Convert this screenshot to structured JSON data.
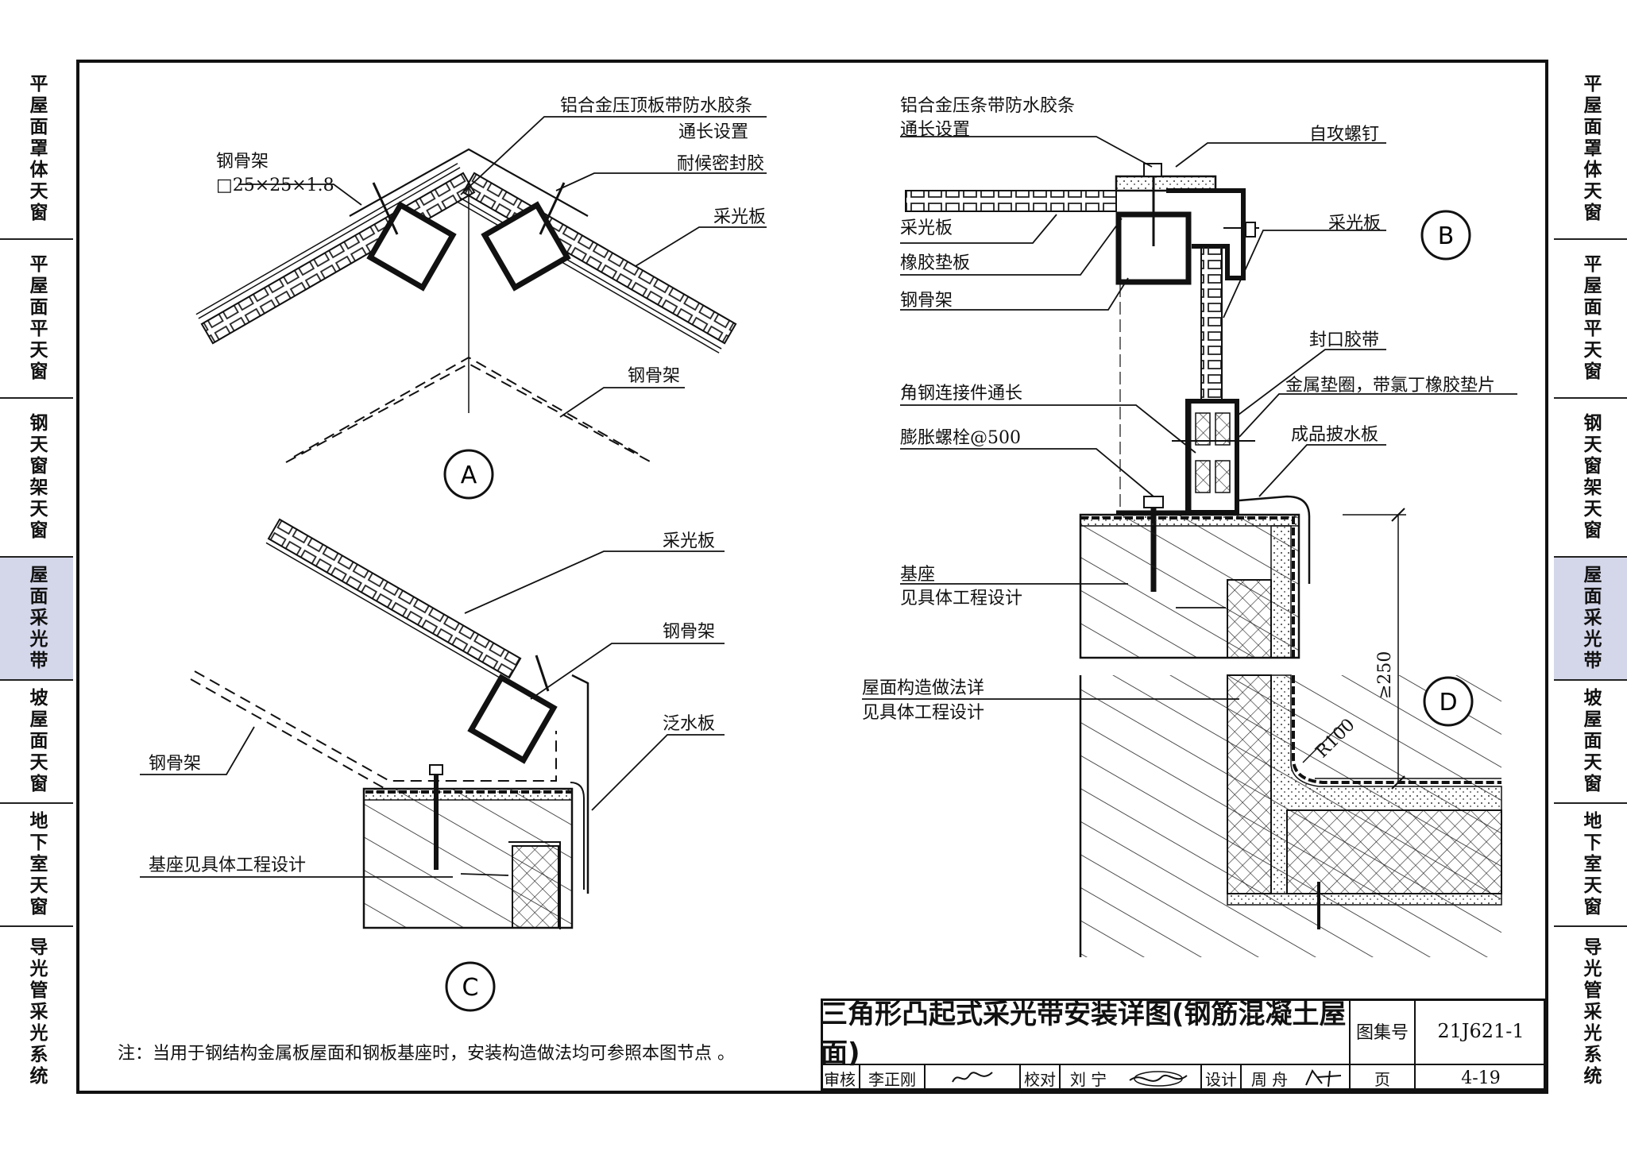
{
  "sidebar_left": {
    "items": [
      {
        "label": "平屋面罩体天窗",
        "active": false
      },
      {
        "label": "平屋面平天窗",
        "active": false
      },
      {
        "label": "钢天窗架天窗",
        "active": false
      },
      {
        "label": "屋面采光带",
        "active": true
      },
      {
        "label": "坡屋面天窗",
        "active": false
      },
      {
        "label": "地下室天窗",
        "active": false
      },
      {
        "label": "导光管采光系统",
        "active": false
      }
    ]
  },
  "sidebar_right": {
    "items": [
      {
        "label": "平屋面罩体天窗",
        "active": false
      },
      {
        "label": "平屋面平天窗",
        "active": false
      },
      {
        "label": "钢天窗架天窗",
        "active": false
      },
      {
        "label": "屋面采光带",
        "active": true
      },
      {
        "label": "坡屋面天窗",
        "active": false
      },
      {
        "label": "地下室天窗",
        "active": false
      },
      {
        "label": "导光管采光系统",
        "active": false
      }
    ]
  },
  "detail_a": {
    "marker": "A",
    "labels": {
      "top_plate_1": "铝合金压顶板带防水胶条",
      "top_plate_2": "通长设置",
      "steel_frame": "钢骨架",
      "steel_size": "□25×25×1.8",
      "sealant": "耐候密封胶",
      "panel": "采光板",
      "frame_bottom": "钢骨架"
    }
  },
  "detail_c": {
    "marker": "C",
    "labels": {
      "panel": "采光板",
      "steel_frame": "钢骨架",
      "flashing": "泛水板",
      "frame_left": "钢骨架",
      "base": "基座见具体工程设计"
    }
  },
  "detail_b": {
    "marker": "B",
    "labels": {
      "strip_1": "铝合金压条带防水胶条",
      "strip_2": "通长设置",
      "screw": "自攻螺钉",
      "panel_left": "采光板",
      "panel_right": "采光板",
      "rubber_pad": "橡胶垫板",
      "steel_frame": "钢骨架",
      "seal_tape": "封口胶带",
      "angle": "角钢连接件通长",
      "washer": "金属垫圈，带氯丁橡胶垫片",
      "bolt": "膨胀螺栓@500",
      "drip": "成品披水板",
      "base_1": "基座",
      "base_2": "见具体工程设计"
    }
  },
  "detail_d": {
    "marker": "D",
    "labels": {
      "roof_1": "屋面构造做法详",
      "roof_2": "见具体工程设计",
      "height": "≥250",
      "radius": "R100"
    }
  },
  "note": "注：当用于钢结构金属板屋面和钢板基座时，安装构造做法均可参照本图节点 。",
  "title_block": {
    "title": "三角形凸起式采光带安装详图(钢筋混凝土屋面)",
    "atlas_label": "图集号",
    "atlas_no": "21J621-1",
    "review_label": "审核",
    "reviewer": "李正刚",
    "check_label": "校对",
    "checker": "刘 宁",
    "design_label": "设计",
    "designer": "周 舟",
    "page_label": "页",
    "page_no": "4-19"
  }
}
